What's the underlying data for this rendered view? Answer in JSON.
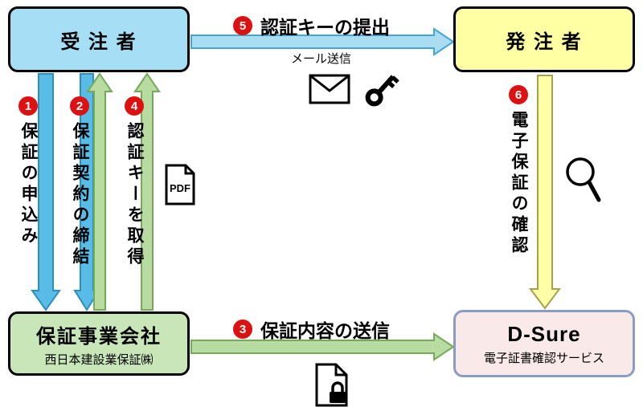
{
  "boxes": {
    "contractor": {
      "title": "受 注 者",
      "bg": "#a6def5"
    },
    "orderer": {
      "title": "発 注 者",
      "bg": "#ffffa3"
    },
    "guarantor": {
      "title": "保証事業会社",
      "subtitle": "西日本建設業保証㈱",
      "bg": "#c8e6b8"
    },
    "dsure": {
      "title": "D-Sure",
      "subtitle": "電子証書確認サービス",
      "bg": "#f9e9e8",
      "border": "#8a9cc0"
    }
  },
  "steps": {
    "step1": {
      "num": "1",
      "label": "保証の申込み",
      "direction": "down"
    },
    "step2": {
      "num": "2",
      "label": "保証契約の締結",
      "direction": "both"
    },
    "step3": {
      "num": "3",
      "label": "保証内容の送信",
      "direction": "right"
    },
    "step4": {
      "num": "4",
      "label": "認証キーを取得",
      "direction": "up"
    },
    "step5": {
      "num": "5",
      "label": "認証キーの提出",
      "sublabel": "メール送信",
      "direction": "right"
    },
    "step6": {
      "num": "6",
      "label": "電子保証の確認",
      "direction": "down"
    }
  },
  "icons": {
    "pdf": {
      "name": "pdf-file-icon",
      "label": "PDF"
    },
    "envelope": {
      "name": "envelope-icon"
    },
    "key": {
      "name": "key-icon"
    },
    "secure_document": {
      "name": "secure-document-icon"
    },
    "magnifier": {
      "name": "magnifier-icon"
    }
  },
  "colors": {
    "badge_red": "#dd1111",
    "arrow_blue": "#58bce6",
    "arrow_blue_light": "#aadcf2",
    "arrow_green": "#b8dba2",
    "arrow_yellow": "#ffffa8"
  }
}
